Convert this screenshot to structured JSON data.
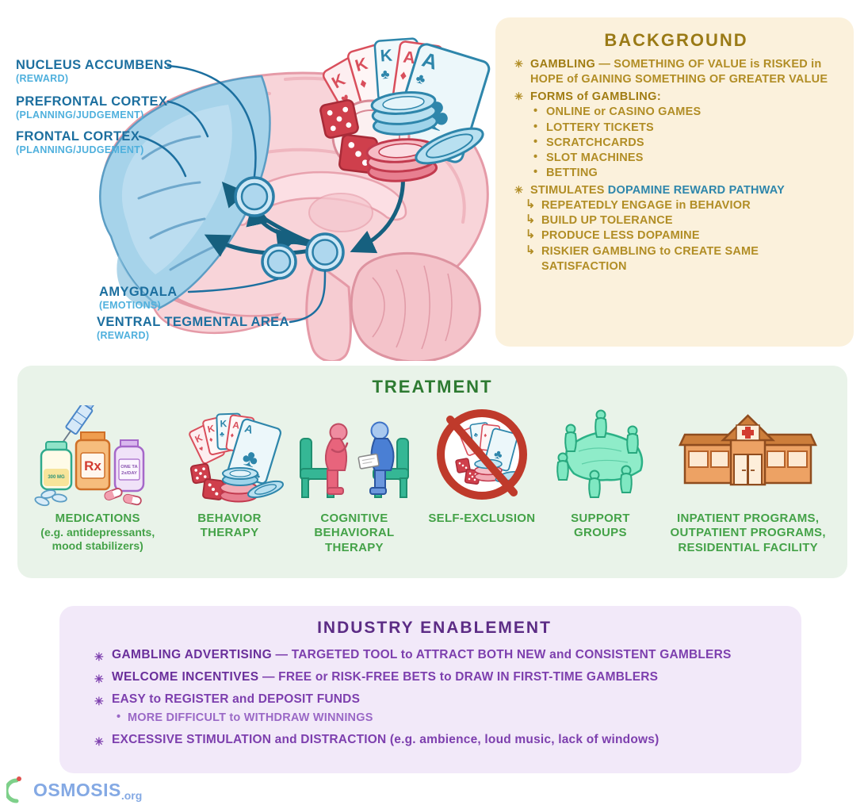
{
  "brain_diagram": {
    "labels": {
      "nucleus_accumbens": {
        "title": "NUCLEUS ACCUMBENS",
        "sub": "(REWARD)"
      },
      "prefrontal_cortex": {
        "title": "PREFRONTAL CORTEX",
        "sub": "(PLANNING/JUDGEMENT)"
      },
      "frontal_cortex": {
        "title": "FRONTAL CORTEX",
        "sub": "(PLANNING/JUDGEMENT)"
      },
      "amygdala": {
        "title": "AMYGDALA",
        "sub": "(EMOTIONS)"
      },
      "ventral_tegmental_area": {
        "title": "VENTRAL TEGMENTAL AREA",
        "sub": "(REWARD)"
      }
    },
    "cards": [
      {
        "rank": "K",
        "suit": "♥"
      },
      {
        "rank": "K",
        "suit": "♦"
      },
      {
        "rank": "K",
        "suit": "♣"
      },
      {
        "rank": "A",
        "suit": "♦"
      },
      {
        "rank": "A",
        "suit": "♣"
      }
    ]
  },
  "background": {
    "title": "BACKGROUND",
    "bullet1": {
      "bold": "GAMBLING",
      "text": " — SOMETHING OF VALUE is RISKED in HOPE of GAINING SOMETHING OF GREATER VALUE"
    },
    "bullet2": {
      "bold": "FORMS of GAMBLING:"
    },
    "forms": [
      "ONLINE or CASINO GAMES",
      "LOTTERY TICKETS",
      "SCRATCHCARDS",
      "SLOT MACHINES",
      "BETTING"
    ],
    "bullet3": {
      "text": "STIMULATES ",
      "accent": "DOPAMINE REWARD PATHWAY"
    },
    "pathway_effects": [
      "REPEATEDLY ENGAGE in BEHAVIOR",
      "BUILD UP TOLERANCE",
      "PRODUCE LESS DOPAMINE",
      "RISKIER GAMBLING to CREATE SAME SATISFACTION"
    ]
  },
  "treatment": {
    "title": "TREATMENT",
    "items": [
      {
        "label": "MEDICATIONS",
        "note": "(e.g. antidepressants,\nmood stabilizers)",
        "icon": "medications",
        "rx_label": "Rx",
        "vial_text": "300 MG",
        "bottle_text_1": "ONE TA",
        "bottle_text_2": "2x/DAY"
      },
      {
        "label": "BEHAVIOR\nTHERAPY",
        "icon": "cards-chips-dice"
      },
      {
        "label": "COGNITIVE\nBEHAVIORAL\nTHERAPY",
        "icon": "therapy-session"
      },
      {
        "label": "SELF-EXCLUSION",
        "icon": "no-gambling"
      },
      {
        "label": "SUPPORT\nGROUPS",
        "icon": "support-group"
      },
      {
        "label": "INPATIENT PROGRAMS,\nOUTPATIENT PROGRAMS,\nRESIDENTIAL FACILITY",
        "icon": "clinic-building"
      }
    ]
  },
  "industry": {
    "title": "INDUSTRY ENABLEMENT",
    "bullets": [
      {
        "bold": "GAMBLING ADVERTISING",
        "text": " — TARGETED TOOL to ATTRACT BOTH NEW and CONSISTENT GAMBLERS"
      },
      {
        "bold": "WELCOME INCENTIVES",
        "text": " — FREE or RISK-FREE BETS to DRAW IN FIRST-TIME GAMBLERS"
      },
      {
        "bold": "",
        "text": "EASY to REGISTER and DEPOSIT FUNDS"
      },
      {
        "bold": "",
        "text": "EXCESSIVE STIMULATION and DISTRACTION (e.g. ambience, loud music, lack of windows)"
      }
    ],
    "sub_bullet": "MORE DIFFICULT to WITHDRAW WINNINGS"
  },
  "footer": {
    "logo_text": "OSMOSIS",
    "logo_suffix": ".org"
  },
  "colors": {
    "background_panel": "#fbf1dc",
    "background_title": "#9a7a16",
    "background_text": "#b18d25",
    "teal_accent": "#2e86ab",
    "label_teal": "#1c6f9f",
    "label_light_blue": "#4fb0dd",
    "treatment_panel": "#e9f3e9",
    "treatment_title": "#2d7a31",
    "treatment_text": "#44a248",
    "industry_panel": "#f2e9f9",
    "industry_title": "#5c2c85",
    "industry_text": "#7d3fae",
    "industry_sub_text": "#9a68c6",
    "brain_pink": "#f8d4d9",
    "brain_blue": "#a6d3ea",
    "card_red": "#d94f5c",
    "dice_red": "#cf3f4c",
    "prohibition_red": "#bf3a2b",
    "logo_blue": "#84a9e4"
  }
}
